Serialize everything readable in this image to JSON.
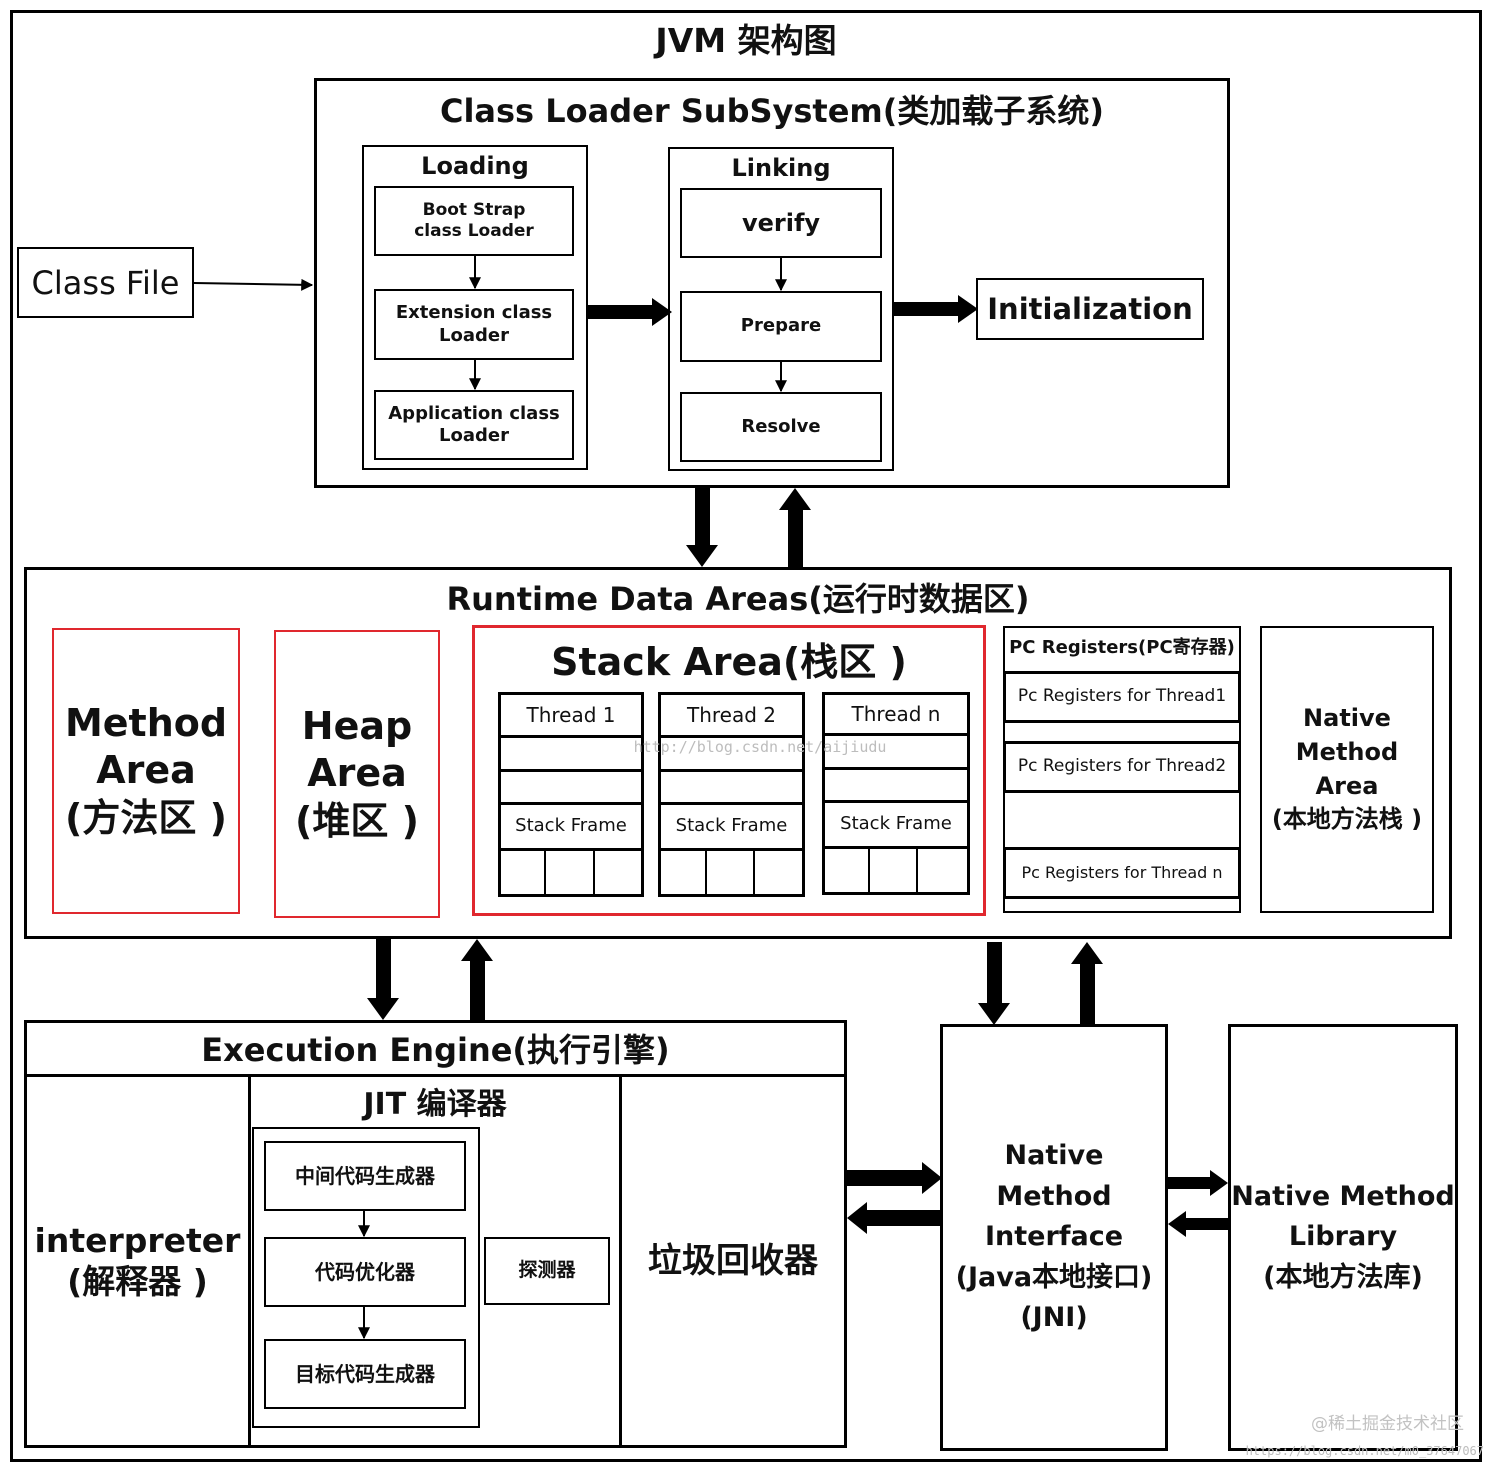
{
  "title": "JVM 架构图",
  "class_file": "Class File",
  "class_loader": {
    "title": "Class Loader SubSystem(类加载子系统)",
    "loading": {
      "title": "Loading",
      "items": [
        "Boot Strap\nclass Loader",
        "Extension class\nLoader",
        "Application class\nLoader"
      ]
    },
    "linking": {
      "title": "Linking",
      "items": [
        "verify",
        "Prepare",
        "Resolve"
      ]
    },
    "initialization": "Initialization"
  },
  "runtime": {
    "title": "Runtime Data Areas(运行时数据区)",
    "method_area": "Method\nArea\n(方法区 )",
    "heap_area": "Heap\nArea\n(堆区 )",
    "stack_area": {
      "title": "Stack Area(栈区 )",
      "threads": [
        "Thread 1",
        "Thread 2",
        "Thread n"
      ],
      "frame_label": "Stack Frame"
    },
    "pc_registers": {
      "title": "PC Registers(PC寄存器)",
      "items": [
        "Pc Registers for Thread1",
        "Pc Registers for Thread2",
        "Pc Registers for Thread n"
      ]
    },
    "native_method_area": "Native\nMethod\nArea\n(本地方法栈 )"
  },
  "execution_engine": {
    "title": "Execution Engine(执行引擎)",
    "interpreter": "interpreter\n(解释器 )",
    "jit": {
      "title": "JIT 编译器",
      "items": [
        "中间代码生成器",
        "代码优化器",
        "目标代码生成器"
      ],
      "detector": "探测器"
    },
    "gc": "垃圾回收器"
  },
  "native_interface": "Native Method\nInterface\n(Java本地接口)\n(JNI)",
  "native_library": "Native Method\nLibrary\n(本地方法库)",
  "watermarks": [
    "http://blog.csdn.net/aijiudu",
    "@稀土掘金技术社区",
    "https://blog.csdn.net/m0_37647067"
  ]
}
